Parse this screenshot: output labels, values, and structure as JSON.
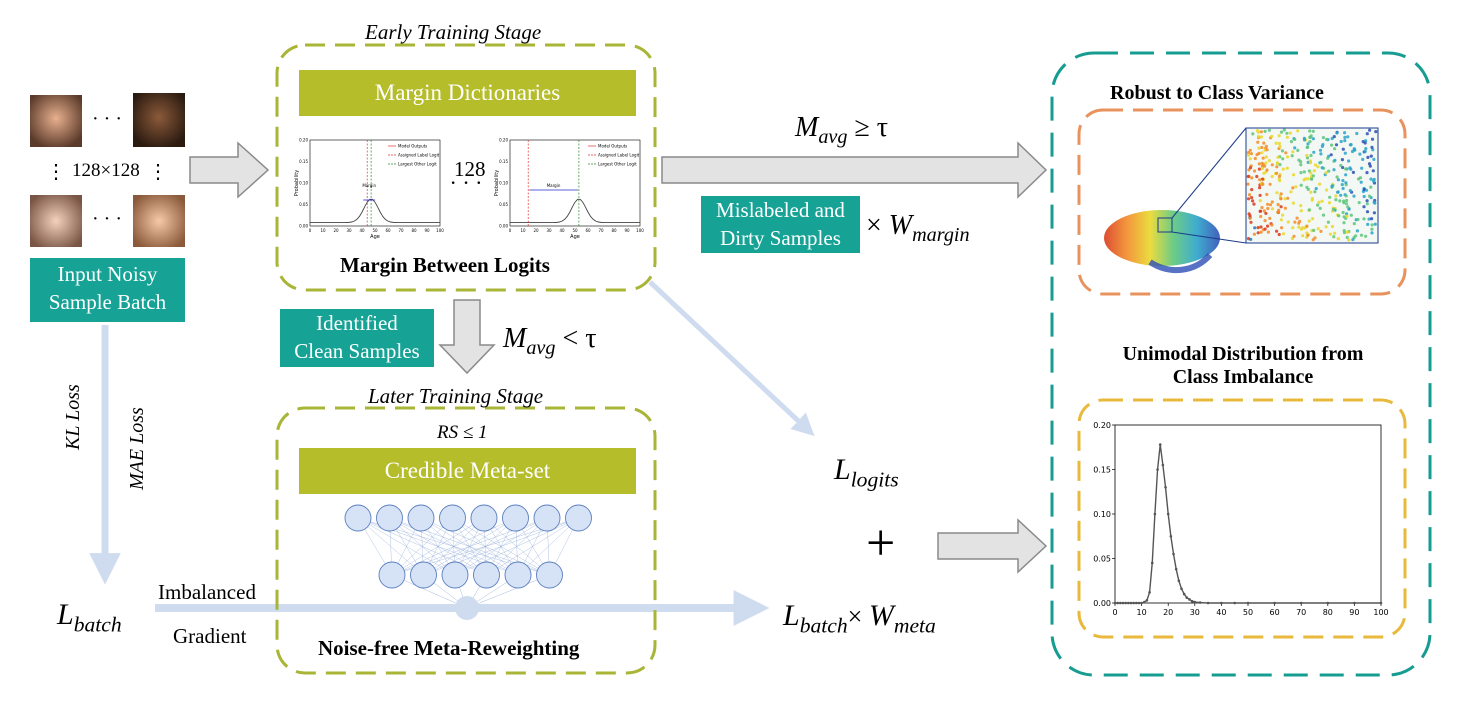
{
  "stages": {
    "early": "Early Training Stage",
    "later": "Later Training Stage"
  },
  "input": {
    "size_label": "128×128",
    "batch_label_line1": "Input Noisy",
    "batch_label_line2": "Sample Batch"
  },
  "early_box": {
    "header": "Margin Dictionaries",
    "count": "128",
    "caption": "Margin Between Logits",
    "mini_plot": {
      "ylabel": "Probability",
      "xlabel": "Age",
      "yticks": [
        "0.00",
        "0.05",
        "0.10",
        "0.15",
        "0.20"
      ],
      "xticks": [
        "0",
        "10",
        "20",
        "30",
        "40",
        "50",
        "60",
        "70",
        "80",
        "90",
        "100"
      ],
      "legend": [
        "Model Outputs",
        "Assigned Label Logit",
        "Largest Other Logit"
      ],
      "annotation": "Margin"
    }
  },
  "later_box": {
    "rs": "RS ≤ 1",
    "header": "Credible Meta-set",
    "caption": "Noise-free Meta-Reweighting"
  },
  "conditions": {
    "ge": {
      "symbol": "M",
      "sub": "avg",
      "rel": " ≥ τ"
    },
    "lt": {
      "symbol": "M",
      "sub": "avg",
      "rel": " < τ"
    }
  },
  "tags": {
    "mislabeled_line1": "Mislabeled and",
    "mislabeled_line2": "Dirty Samples",
    "clean_line1": "Identified",
    "clean_line2": "Clean Samples"
  },
  "weights": {
    "margin": {
      "times": "× ",
      "symbol": "W",
      "sub": "margin"
    },
    "meta": {
      "times": "× ",
      "symbol": "W",
      "sub": "meta"
    }
  },
  "losses": {
    "kl": "KL Loss",
    "mae": "MAE Loss",
    "batch": {
      "symbol": "L",
      "sub": "batch"
    },
    "logits": {
      "symbol": "L",
      "sub": "logits"
    },
    "batch_meta": {
      "symbol": "L",
      "sub": "batch"
    },
    "plus": "+",
    "imbalanced": "Imbalanced",
    "gradient": "Gradient"
  },
  "right_panel": {
    "variance_title": "Robust to Class Variance",
    "unimodal_title_line1": "Unimodal Distribution from",
    "unimodal_title_line2": "Class Imbalance"
  },
  "chart_data": {
    "type": "line",
    "title": "",
    "xlabel": "",
    "ylabel": "",
    "xlim": [
      0,
      100
    ],
    "ylim": [
      0,
      0.2
    ],
    "xticks": [
      0,
      10,
      20,
      30,
      40,
      50,
      60,
      70,
      80,
      90,
      100
    ],
    "yticks": [
      0.0,
      0.05,
      0.1,
      0.15,
      0.2
    ],
    "x": [
      0,
      1,
      2,
      3,
      4,
      5,
      6,
      7,
      8,
      9,
      10,
      11,
      12,
      13,
      14,
      15,
      16,
      17,
      18,
      19,
      20,
      21,
      22,
      23,
      24,
      25,
      26,
      27,
      28,
      29,
      30,
      32,
      35,
      40,
      45,
      50,
      60,
      70,
      80,
      90,
      100
    ],
    "series": [
      {
        "values": [
          0,
          0,
          0,
          0,
          0,
          0,
          0,
          0,
          0,
          0,
          0,
          0.001,
          0.003,
          0.012,
          0.045,
          0.1,
          0.15,
          0.178,
          0.155,
          0.13,
          0.1,
          0.075,
          0.055,
          0.038,
          0.025,
          0.016,
          0.01,
          0.006,
          0.004,
          0.002,
          0.001,
          0.0005,
          0,
          0,
          0,
          0,
          0,
          0,
          0,
          0,
          0
        ]
      }
    ],
    "color": "#555555",
    "grid": false
  },
  "colors": {
    "olive": "#a8b536",
    "teal": "#169c91",
    "orange": "#e8935e",
    "gold": "#e8b93a",
    "arrow_fill": "#e3e3e3",
    "arrow_stroke": "#8a8a8a",
    "light_arrow": "#cfdcef"
  }
}
